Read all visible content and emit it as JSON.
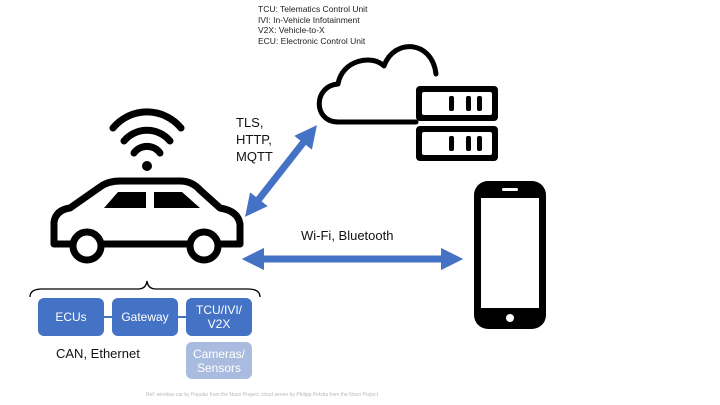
{
  "legend": [
    "TCU: Telematics Control Unit",
    "IVI: In-Vehicle Infotainment",
    "V2X: Vehicle-to-X",
    "ECU: Electronic Control Unit"
  ],
  "protocols": [
    "TLS,",
    "HTTP,",
    "MQTT"
  ],
  "wireless_label": "Wi-Fi, Bluetooth",
  "bus_label": "CAN, Ethernet",
  "components": {
    "ecus": "ECUs",
    "gateway": "Gateway",
    "tcu_line1": "TCU/IVI/",
    "tcu_line2": "V2X",
    "cameras_line1": "Cameras/",
    "cameras_line2": "Sensors"
  },
  "credit": "Ref: wireless car by Popular from the Noun Project, cloud server by Philipp Petzka from the Noun Project",
  "colors": {
    "accent": "#4472c4",
    "accent_light": "#a9bcdf",
    "ink": "#000000"
  },
  "icons": [
    "wireless-signal-icon",
    "car-icon",
    "cloud-icon",
    "server-icon",
    "smartphone-icon"
  ]
}
